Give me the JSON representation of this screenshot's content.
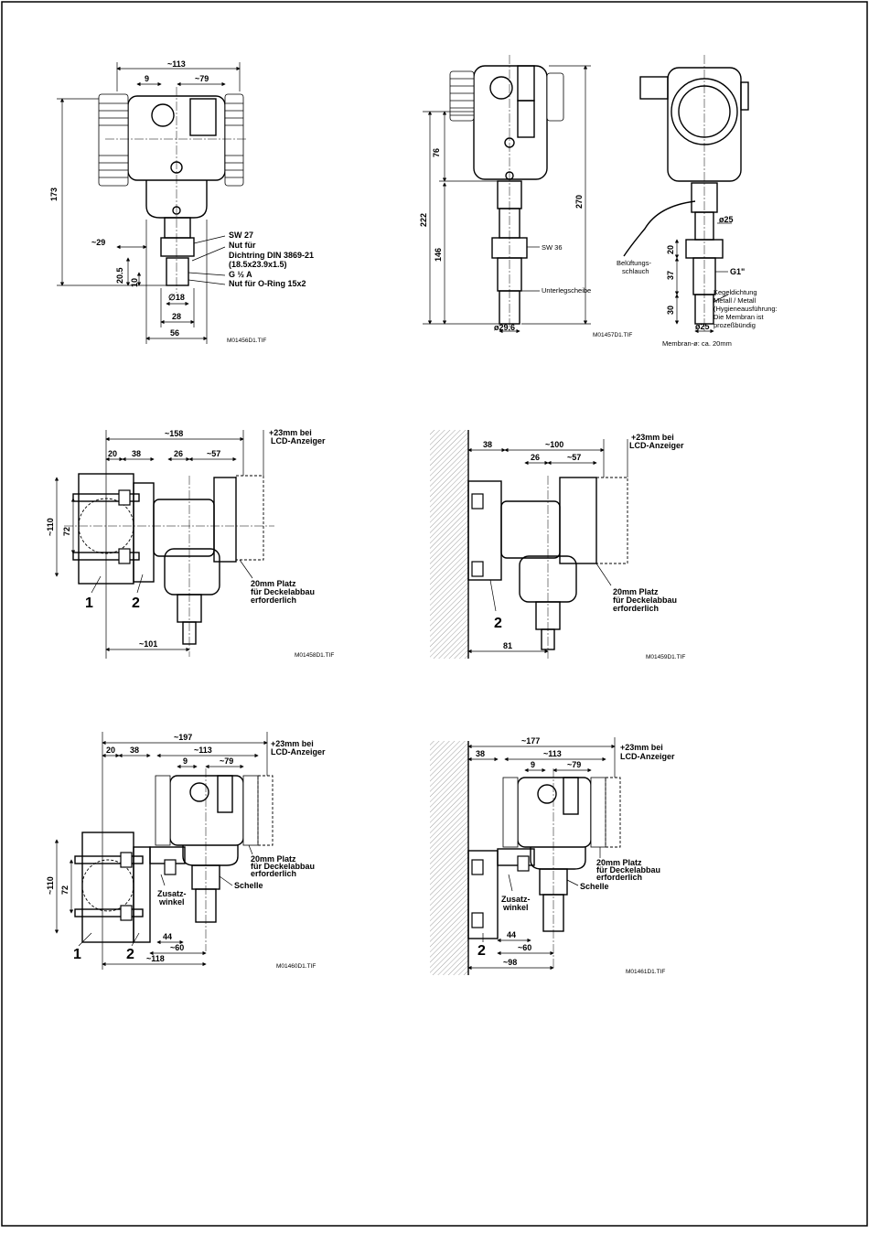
{
  "drawings": {
    "d1": {
      "dims": [
        "~113",
        "9",
        "~79",
        "173",
        "~29",
        "20.5",
        "10",
        "∅18",
        "28",
        "56"
      ],
      "labels": [
        "SW 27",
        "Nut für",
        "Dichtring DIN 3869-21",
        "(18.5x23.9x1.5)",
        "G ½ A",
        "Nut für O-Ring 15x2"
      ],
      "fig_id": "M01456D1.TIF"
    },
    "d2": {
      "dims": [
        "76",
        "222",
        "146",
        "270",
        "ø29.6"
      ],
      "labels": [
        "SW 36",
        "Unterlegscheibe"
      ],
      "fig_id": "M01457D1.TIF"
    },
    "d3": {
      "dims": [
        "ø25",
        "20",
        "37",
        "30",
        "ø25"
      ],
      "labels": [
        "Belüftungs-",
        "schlauch",
        "G1\"",
        "Kegeldichtung",
        "Metall / Metall",
        "(Hygieneausführung:",
        "Die Membran ist",
        "prozeßbündig",
        "Membran-ø: ca. 20mm"
      ]
    },
    "d4": {
      "dims": [
        "~158",
        "20",
        "38",
        "26",
        "~57",
        "~110",
        "72",
        "~101"
      ],
      "labels": [
        "+23mm bei",
        "LCD-Anzeiger",
        "20mm Platz",
        "für Deckelabbau",
        "erforderlich"
      ],
      "callouts": [
        "1",
        "2"
      ],
      "fig_id": "M01458D1.TIF"
    },
    "d5": {
      "dims": [
        "38",
        "~100",
        "26",
        "~57",
        "81"
      ],
      "labels": [
        "+23mm bei",
        "LCD-Anzeiger",
        "20mm Platz",
        "für Deckelabbau",
        "erforderlich"
      ],
      "callouts": [
        "2"
      ],
      "fig_id": "M01459D1.TIF"
    },
    "d6": {
      "dims": [
        "~197",
        "20",
        "38",
        "~113",
        "9",
        "~79",
        "~110",
        "72",
        "44",
        "~60",
        "~118"
      ],
      "labels": [
        "+23mm bei",
        "LCD-Anzeiger",
        "20mm Platz",
        "für Deckelabbau",
        "erforderlich",
        "Schelle",
        "Zusatz-",
        "winkel"
      ],
      "callouts": [
        "1",
        "2"
      ],
      "fig_id": "M01460D1.TIF"
    },
    "d7": {
      "dims": [
        "~177",
        "38",
        "~113",
        "9",
        "~79",
        "44",
        "~60",
        "~98"
      ],
      "labels": [
        "+23mm bei",
        "LCD-Anzeiger",
        "20mm Platz",
        "für Deckelabbau",
        "erforderlich",
        "Schelle",
        "Zusatz-",
        "winkel"
      ],
      "callouts": [
        "2"
      ],
      "fig_id": "M01461D1.TIF"
    }
  }
}
